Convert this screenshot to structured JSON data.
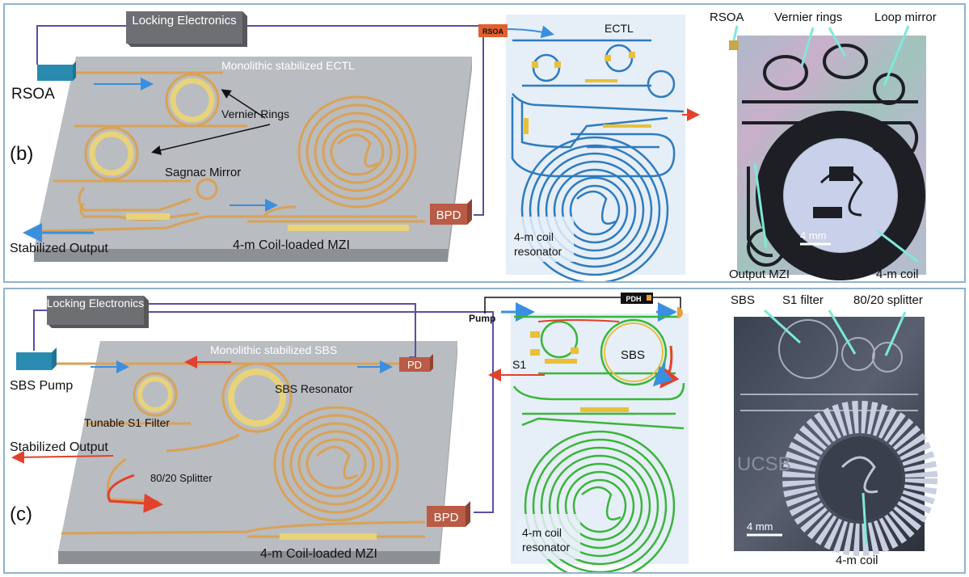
{
  "panel_b": {
    "locking_electronics": "Locking Electronics",
    "rsoa": "RSOA",
    "chip_title": "Monolithic stabilized ECTL",
    "vernier_rings": "Vernier Rings",
    "sagnac_mirror": "Sagnac Mirror",
    "label": "(b)",
    "bpd": "BPD",
    "stabilized_output": "Stabilized Output",
    "mzi": "4-m Coil-loaded MZI",
    "schem_rsoa": "RSOA",
    "schem_ectl": "ECTL",
    "schem_coil_1": "4-m coil",
    "schem_coil_2": "resonator",
    "photo_rsoa": "RSOA",
    "photo_vernier": "Vernier rings",
    "photo_loop": "Loop mirror",
    "photo_output_mzi": "Output MZI",
    "photo_coil": "4-m coil",
    "photo_scale": "4 mm"
  },
  "panel_c": {
    "locking_electronics": "Locking Electronics",
    "sbs_pump": "SBS Pump",
    "chip_title": "Monolithic stabilized SBS",
    "pd": "PD",
    "sbs_resonator": "SBS Resonator",
    "s1_filter": "Tunable S1 Filter",
    "stabilized_output": "Stabilized Output",
    "splitter": "80/20 Splitter",
    "label": "(c)",
    "bpd": "BPD",
    "mzi": "4-m Coil-loaded MZI",
    "schem_pdh": "PDH",
    "schem_pump": "Pump",
    "schem_s1": "S1",
    "schem_sbs": "SBS",
    "schem_coil_1": "4-m coil",
    "schem_coil_2": "resonator",
    "photo_sbs": "SBS",
    "photo_s1": "S1 filter",
    "photo_splitter": "80/20 splitter",
    "photo_ucsb": "UCSB",
    "photo_scale": "4 mm",
    "photo_coil": "4-m coil"
  },
  "colors": {
    "frame": "#8fb4cf",
    "chip": "#b9bcc0",
    "waveguide": "#d9a257",
    "heater": "#e8d27a",
    "arrow_blue": "#3a8fe0",
    "arrow_red": "#e2412b",
    "wire": "#5a4fa3",
    "electronics": "#6d6f73",
    "rsoa": "#2a8bb0",
    "bpd": "#b95b46",
    "schem_blue": "#2e7bbf",
    "schem_green": "#3ab53a",
    "schem_bg": "#e6eef8",
    "callout": "#7ee8da"
  }
}
